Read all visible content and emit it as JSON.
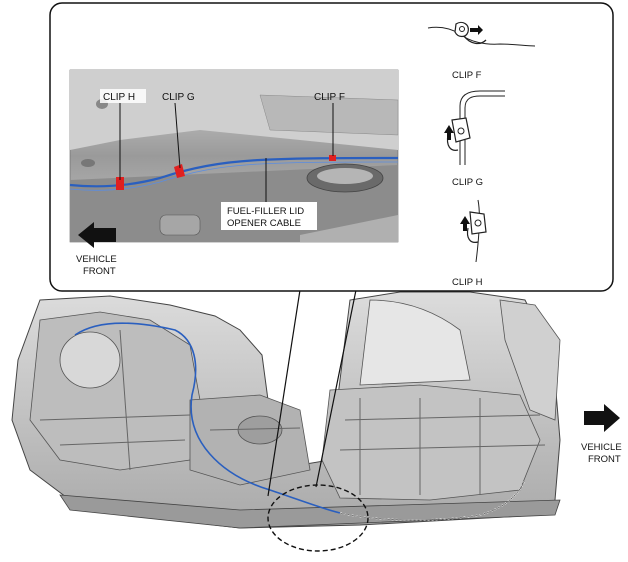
{
  "callouts": {
    "clip_h": "CLIP H",
    "clip_g": "CLIP G",
    "clip_f": "CLIP F",
    "cable_line1": "FUEL-FILLER LID",
    "cable_line2": "OPENER CABLE"
  },
  "details": {
    "clip_f": "CLIP F",
    "clip_g": "CLIP G",
    "clip_h": "CLIP H"
  },
  "direction": {
    "inset_line1": "VEHICLE",
    "inset_line2": "FRONT",
    "main_line1": "VEHICLE",
    "main_line2": "FRONT"
  },
  "colors": {
    "cable": "#2a5fbf",
    "clip_marker": "#e02020",
    "panel_gray": "#c9c9c9",
    "outline": "#222222"
  }
}
